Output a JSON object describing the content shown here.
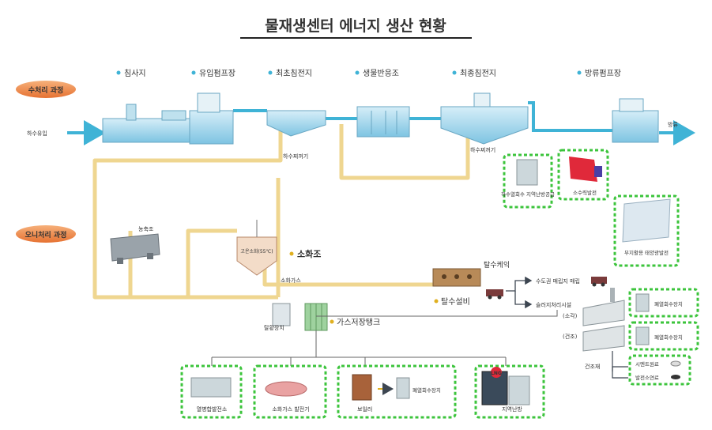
{
  "title": "물재생센터 에너지 생산 현황",
  "phases": {
    "water": "수처리 과정",
    "sludge": "오니처리 과정"
  },
  "water_stages": [
    "침사지",
    "유입펌프장",
    "최초침전지",
    "생물반응조",
    "최종침전지",
    "방류펌프장"
  ],
  "labels": {
    "inflow": "하수유입",
    "outflow": "방류",
    "sewage_sludge_1": "하수찌꺼기",
    "sewage_sludge_2": "하수찌꺼기",
    "thickener": "농축조",
    "digester": "소화조",
    "digester_inner": "고온소화(55℃)",
    "digest_gas": "소화가스",
    "desulfurizer": "탈황장치",
    "gas_tank": "가스저장탱크",
    "dewater_cake": "탈수케익",
    "dewater_equip": "탈수설비",
    "landfill": "수도권 매립지 매립",
    "sludge_facility": "슬러지처리시설",
    "incineration": "(소각)",
    "drying": "(건조)",
    "dry_material": "건조재",
    "cement": "시멘트원료",
    "power_fuel": "발전소연료",
    "waste_heat_1": "폐열회수장치",
    "waste_heat_2": "폐열회수장치",
    "boiler_heat": "폐열회수장치",
    "lng": "LNG"
  },
  "energy_boxes": {
    "heat_pump": "하수열회수 지역난방공급",
    "small_hydro": "소수력발전",
    "solar": "부지활용 태양광발전",
    "chp": "열병합발전소",
    "gas_gen": "소화가스 발전기",
    "boiler": "보일러",
    "district": "지역난방"
  },
  "colors": {
    "water_pipe": "#3fb3d6",
    "sludge_pipe": "#efd690",
    "phase_badge": "#ef8a4a",
    "box_border": "#3cc43c",
    "arrow": "#3d4651"
  }
}
